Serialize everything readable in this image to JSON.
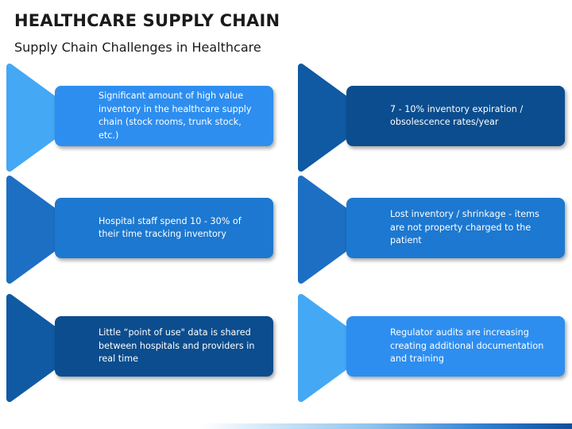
{
  "header": {
    "title": "HEALTHCARE SUPPLY CHAIN",
    "subtitle": "Supply Chain Challenges in Healthcare"
  },
  "colors": {
    "light_blue": "#44a8f5",
    "mid_blue": "#1c78d0",
    "dark_blue": "#0b4d8e"
  },
  "cards": [
    {
      "text": "Significant amount of high value inventory in the healthcare supply chain (stock rooms, trunk stock, etc.)",
      "arrow_color": "#44a8f5",
      "box_color": "#2d8ef0"
    },
    {
      "text": "7 - 10% inventory expiration / obsolescence rates/year",
      "arrow_color": "#0f5aa3",
      "box_color": "#0b4d8e"
    },
    {
      "text": "Hospital staff spend 10 - 30% of their time tracking inventory",
      "arrow_color": "#1d6fc4",
      "box_color": "#1c78d0"
    },
    {
      "text": "Lost inventory / shrinkage - items are not property charged to the patient",
      "arrow_color": "#1d6fc4",
      "box_color": "#1c78d0"
    },
    {
      "text": "Little “point of use\" data is shared between hospitals and providers in real time",
      "arrow_color": "#0f5aa3",
      "box_color": "#0b4d8e"
    },
    {
      "text": "Regulator audits are increasing creating additional documentation and training",
      "arrow_color": "#44a8f5",
      "box_color": "#2d8ef0"
    }
  ]
}
